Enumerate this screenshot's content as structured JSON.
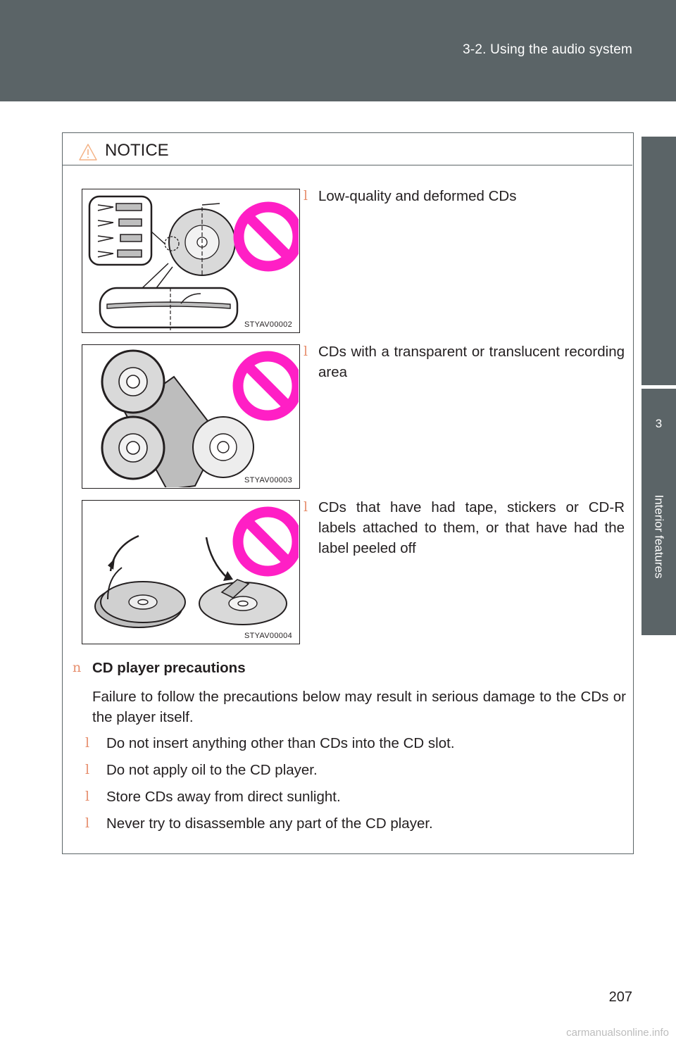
{
  "header": {
    "title": "3-2. Using the audio system"
  },
  "side_tab": {
    "number": "3",
    "label": "Interior features"
  },
  "notice": {
    "title": "NOTICE",
    "figures": [
      {
        "code": "STYAV00002",
        "bullet": "Low-quality and deformed CDs"
      },
      {
        "code": "STYAV00003",
        "bullet": "CDs with a transparent or translucent recording area"
      },
      {
        "code": "STYAV00004",
        "bullet": "CDs that have had tape, stickers or CD-R labels attached to them, or that have had the label peeled off"
      }
    ],
    "section": {
      "heading": "CD player precautions",
      "body": "Failure to follow the precautions below may result in serious damage to the CDs or the player itself.",
      "items": [
        "Do not insert anything other than CDs into the CD slot.",
        "Do not apply oil to the CD player.",
        "Store CDs away from direct sunlight.",
        "Never try to disassemble any part of the CD player."
      ]
    }
  },
  "bullet_glyph": "l",
  "section_glyph": "n",
  "page_number": "207",
  "watermark": "carmanualsonline.info",
  "colors": {
    "band": "#5b6467",
    "prohibition": "#ff1fc5",
    "bullet": "#e78f6e"
  },
  "icons": [
    "warning-icon",
    "prohibition-icon"
  ]
}
